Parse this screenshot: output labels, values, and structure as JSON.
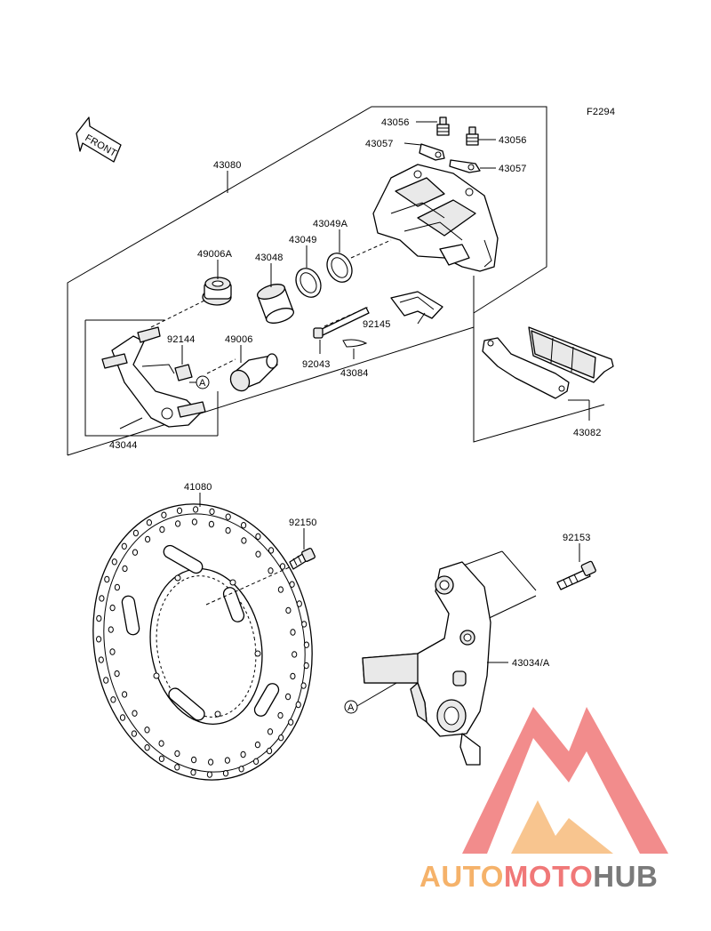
{
  "diagram_code": "F2294",
  "front_label": "FRONT",
  "callout_marker": "A",
  "labels": {
    "p43056a": "43056",
    "p43056b": "43056",
    "p43057a": "43057",
    "p43057b": "43057",
    "p43080": "43080",
    "p43049A": "43049A",
    "p43049": "43049",
    "p49006A": "49006A",
    "p43048": "43048",
    "p92145": "92145",
    "p92144": "92144",
    "p49006": "49006",
    "p92043": "92043",
    "p43084": "43084",
    "p43044": "43044",
    "p43082": "43082",
    "p41080": "41080",
    "p92150": "92150",
    "p92153": "92153",
    "p43034A": "43034/A"
  },
  "watermark": {
    "part1": "AUTO",
    "part2": "MOTO",
    "part3": "HUB",
    "colors": {
      "orange": "#f5b26a",
      "red": "#f07878",
      "gray": "#7a7a7a"
    }
  }
}
